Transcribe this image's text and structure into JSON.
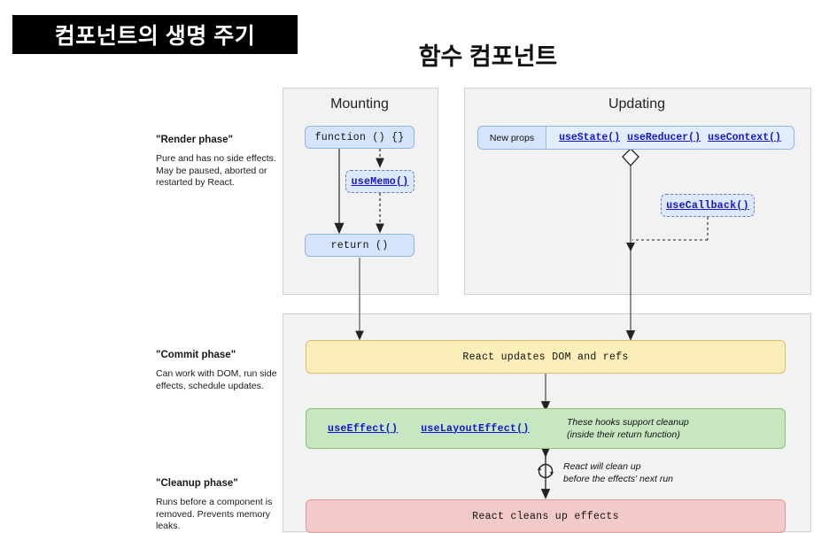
{
  "banner": {
    "text": "컴포넌트의 생명 주기"
  },
  "title": {
    "text": "함수 컴포넌트"
  },
  "notes": [
    {
      "heading": "\"Render phase\"",
      "body": "Pure and has no side effects. May be paused, aborted or restarted by React."
    },
    {
      "heading": "\"Commit phase\"",
      "body": "Can work with DOM, run side effects, schedule updates."
    },
    {
      "heading": "\"Cleanup phase\"",
      "body": "Runs before a component is removed. Prevents memory leaks."
    }
  ],
  "panels": {
    "mounting": {
      "title": "Mounting"
    },
    "updating": {
      "title": "Updating"
    },
    "commit": {
      "title": ""
    }
  },
  "mounting": {
    "function_box": "function () {}",
    "use_memo": "useMemo()",
    "return_box": "return ()"
  },
  "updating": {
    "new_props": "New props",
    "hooks": [
      "useState()",
      "useReducer()",
      "useContext()"
    ],
    "use_callback": "useCallback()"
  },
  "commit": {
    "updates_box": "React updates DOM and refs",
    "effect_hooks": [
      "useEffect()",
      "useLayoutEffect()"
    ],
    "effect_note_line1": "These hooks support cleanup",
    "effect_note_line2": "(inside their return function)",
    "cleanup_note_line1": "React will clean up",
    "cleanup_note_line2": "before the effects' next run",
    "cleanup_box": "React cleans up effects",
    "loop_icon": "refresh-loop-icon"
  },
  "colors": {
    "banner_bg": "#000000",
    "panel_bg": "#f2f2f2",
    "blue_node": "#d6e4fb",
    "yellow_node": "#fbeeb8",
    "green_node": "#c7e7c0",
    "red_node": "#f3c9c9",
    "link": "#1414d2"
  }
}
